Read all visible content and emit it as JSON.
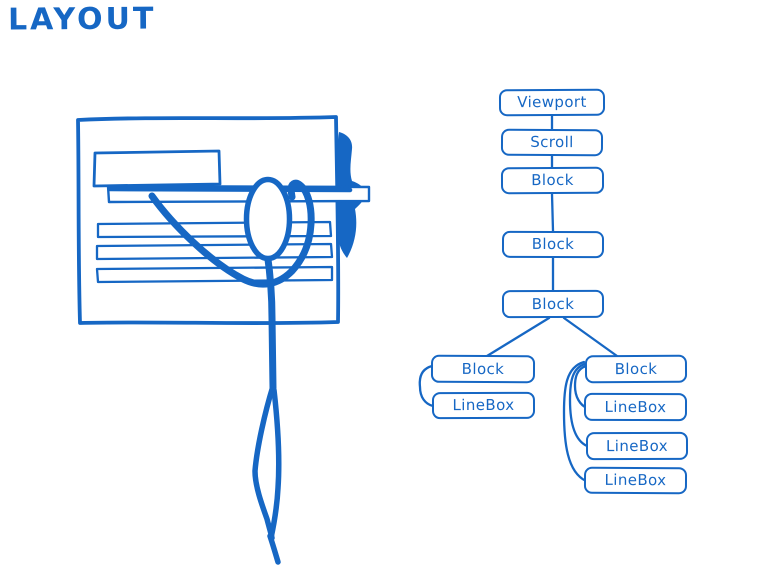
{
  "title": "LAYOUT",
  "colors": {
    "ink": "#1667c4"
  },
  "illustration": "webpage-sketch-with-stick-figure-hanging-on-rule",
  "tree": {
    "nodes": [
      {
        "id": "viewport",
        "label": "Viewport"
      },
      {
        "id": "scroll",
        "label": "Scroll"
      },
      {
        "id": "block-1",
        "label": "Block"
      },
      {
        "id": "block-2",
        "label": "Block"
      },
      {
        "id": "block-3",
        "label": "Block"
      },
      {
        "id": "left-block",
        "label": "Block"
      },
      {
        "id": "left-linebox",
        "label": "LineBox"
      },
      {
        "id": "right-block",
        "label": "Block"
      },
      {
        "id": "right-linebox-1",
        "label": "LineBox"
      },
      {
        "id": "right-linebox-2",
        "label": "LineBox"
      },
      {
        "id": "right-linebox-3",
        "label": "LineBox"
      }
    ]
  }
}
